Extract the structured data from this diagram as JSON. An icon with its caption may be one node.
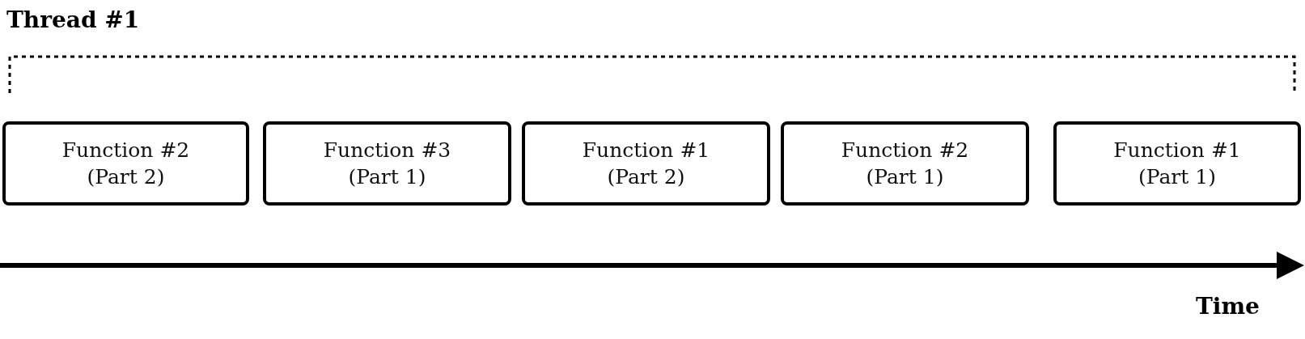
{
  "diagram": {
    "nodes": [
      {
        "text": [
          "Function #2 (Part 2)"
        ]
      },
      {
        "text": [
          "Function #3 (Part 1)"
        ]
      },
      {
        "text": [
          "Function #1 (Part 2)"
        ]
      },
      {
        "text": [
          "Function #2 (Part 1)"
        ]
      },
      {
        "text": [
          "Function #1 (Part 1)"
        ]
      }
    ],
    "labels": [
      "Thread #1",
      "Time"
    ]
  }
}
